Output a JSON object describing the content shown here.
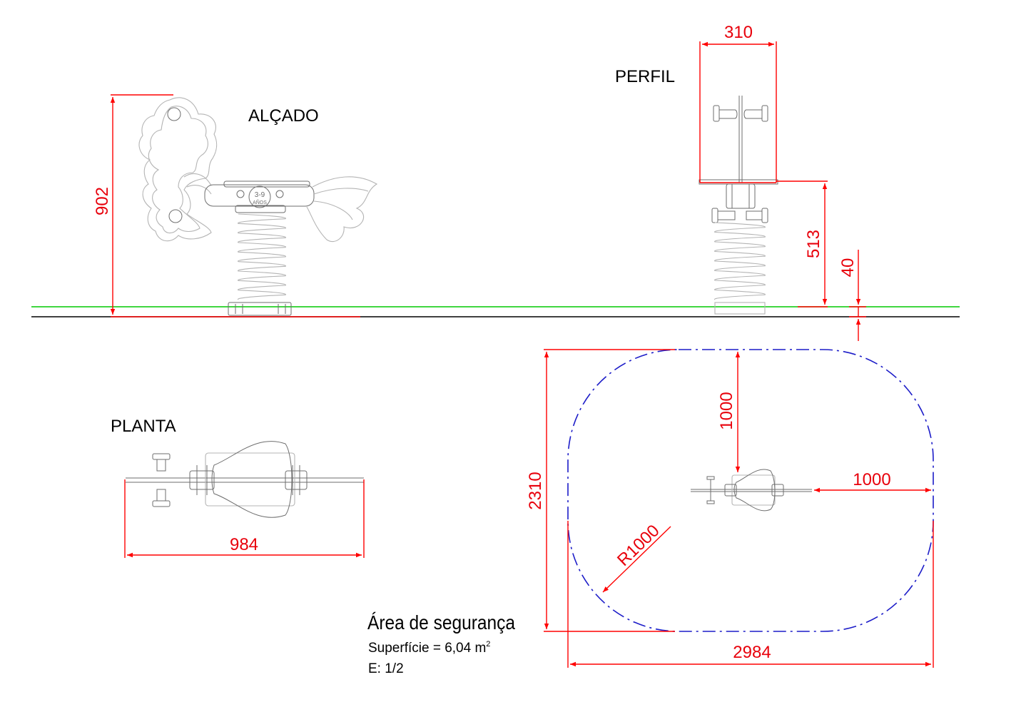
{
  "views": {
    "elevation_title": "ALÇADO",
    "profile_title": "PERFIL",
    "plan_title": "PLANTA"
  },
  "age_badge": {
    "range": "3-9",
    "unit": "AÑOS"
  },
  "dimensions": {
    "height_total": "902",
    "width_profile": "310",
    "seat_height": "513",
    "ground_depth": "40",
    "length_plan": "984",
    "zone_length": "2310",
    "zone_width": "2984",
    "clearance_top": "1000",
    "clearance_side": "1000",
    "corner_radius": "R1000"
  },
  "safety_area": {
    "title": "Área de segurança",
    "surface_label": "Superfície = 6,04 m",
    "surface_exp": "2",
    "scale": "E: 1/2"
  },
  "colors": {
    "dimension": "#ff0000",
    "ground": "#00c800",
    "safety_zone": "#1c1cc8",
    "outline": "#b4b4b4"
  }
}
